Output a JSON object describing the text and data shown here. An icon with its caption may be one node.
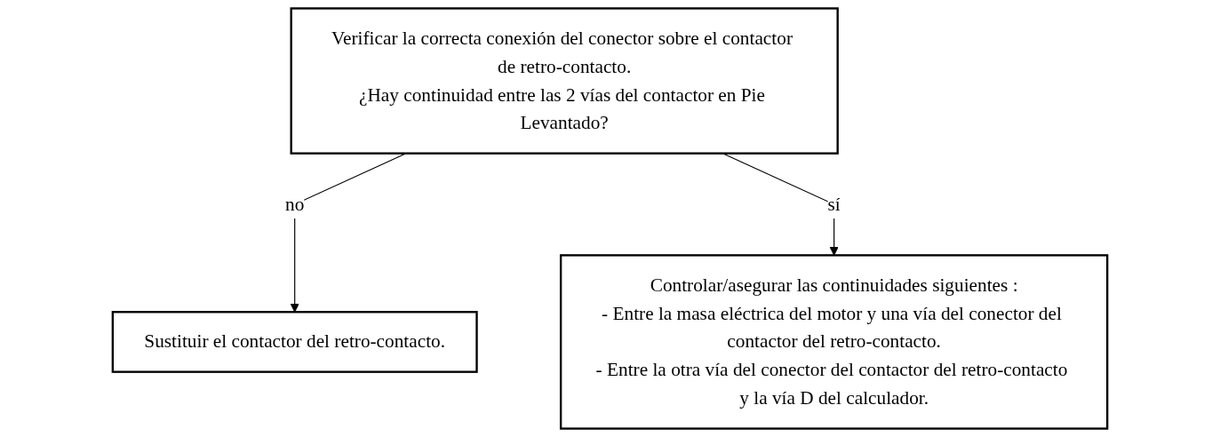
{
  "diagram": {
    "nodes": [
      {
        "text": [
          "Verificar la correcta conexión del conector sobre el contactor de retro-contacto.",
          "¿Hay continuidad entre las 2 vías del contactor en Pie Levantado?"
        ]
      },
      {
        "text": [
          "Sustituir el contactor del retro-contacto."
        ]
      },
      {
        "text": [
          "Controlar/asegurar las continuidades siguientes :",
          "- Entre la masa eléctrica del motor y una vía del conector del contactor del retro-contacto.",
          "- Entre la otra vía del conector del contactor del retro-contacto y la vía D del calculador."
        ]
      }
    ],
    "edges": [
      {
        "from": 0,
        "to": 1,
        "arrow": "to",
        "label": "no"
      },
      {
        "from": 0,
        "to": 2,
        "arrow": "to",
        "label": "sí"
      }
    ]
  }
}
